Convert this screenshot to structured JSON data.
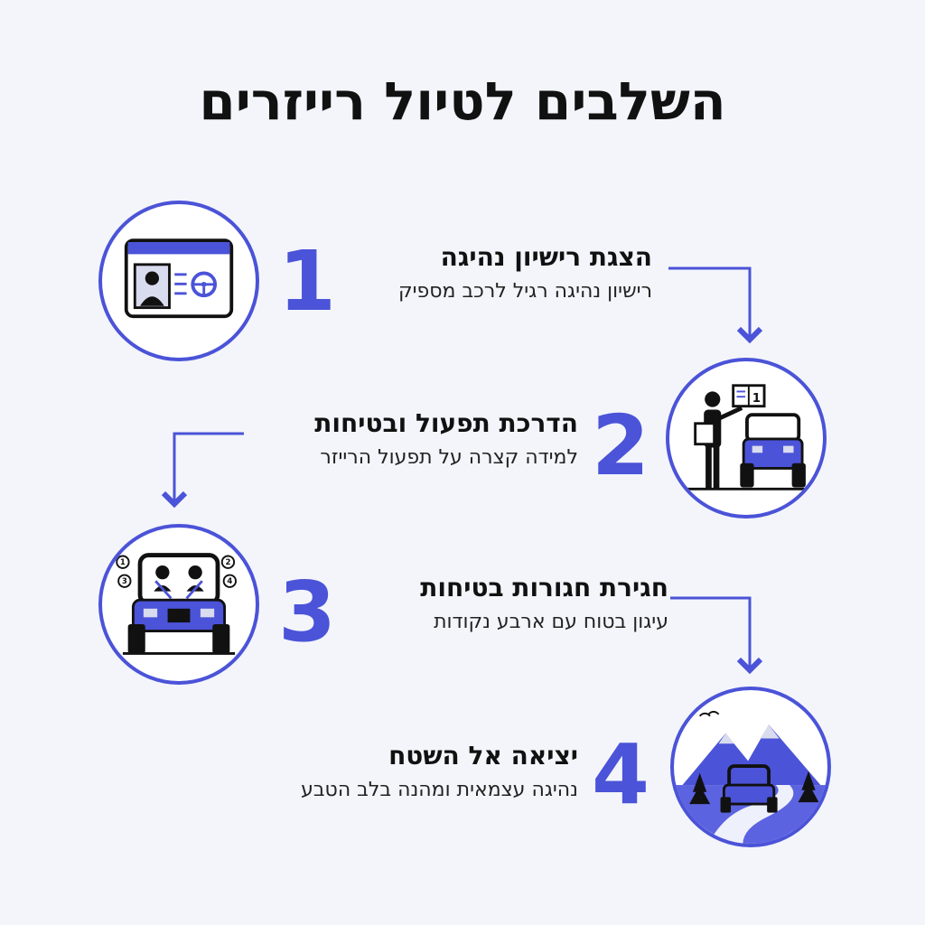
{
  "title": "השלבים לטיול רייזרים",
  "colors": {
    "accent": "#4b53d8",
    "text": "#111111",
    "background": "#f3f5fa"
  },
  "steps": [
    {
      "number": "1",
      "title": "הצגת רישיון נהיגה",
      "desc": "רישיון נהיגה רגיל לרכב מספיק",
      "icon": "drivers-license-icon"
    },
    {
      "number": "2",
      "title": "הדרכת תפעול ובטיחות",
      "desc": "למידה קצרה על תפעול הרייזר",
      "icon": "instructor-icon"
    },
    {
      "number": "3",
      "title": "חגירת חגורות בטיחות",
      "desc": "עיגון בטוח עם ארבע נקודות",
      "icon": "seatbelt-buggy-icon"
    },
    {
      "number": "4",
      "title": "יציאה אל השטח",
      "desc": "נהיגה עצמאית ומהנה בלב הטבע",
      "icon": "offroad-trail-icon"
    }
  ],
  "icon_labels": {
    "manual": "1",
    "belts": [
      "1",
      "2",
      "3",
      "4"
    ]
  }
}
